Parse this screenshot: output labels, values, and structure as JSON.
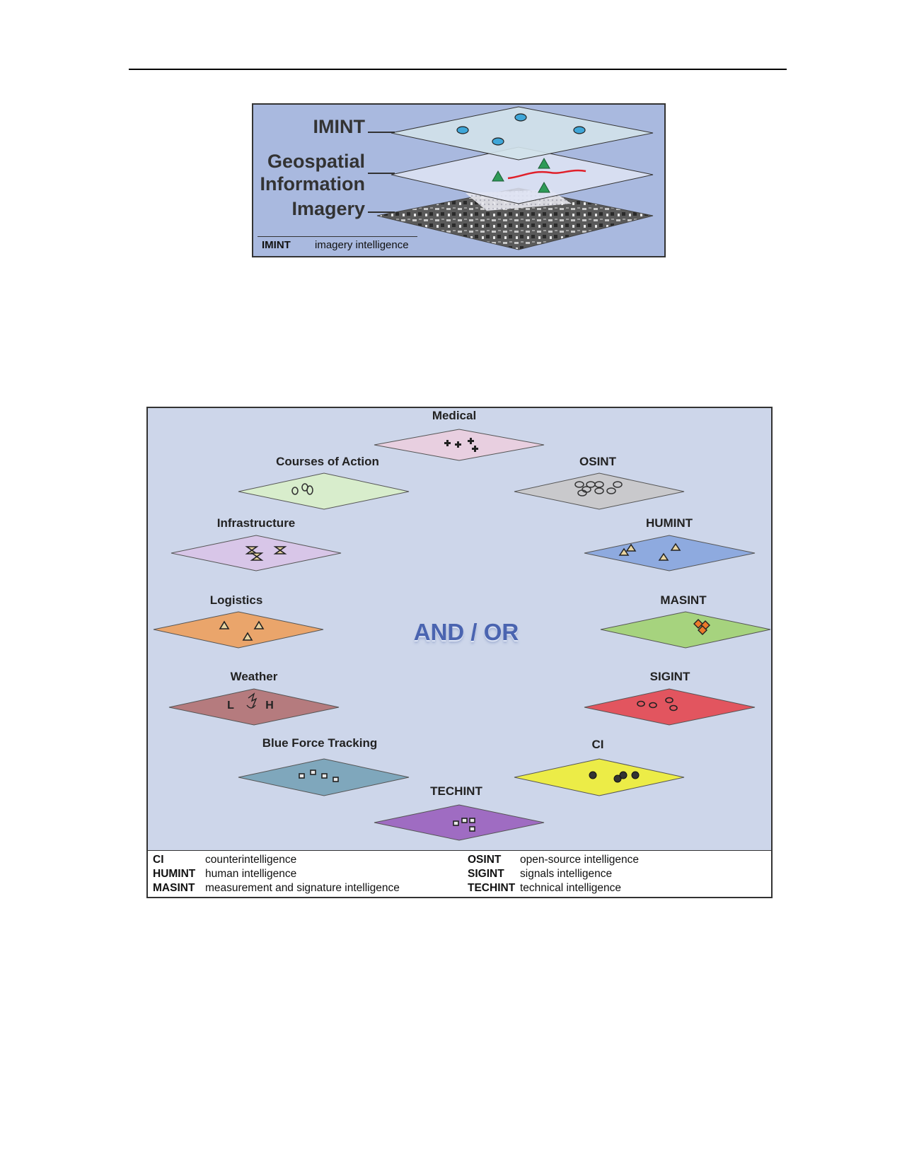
{
  "figure1": {
    "labels": {
      "imint": "IMINT",
      "geospatial_line1": "Geospatial",
      "geospatial_line2": "Information",
      "imagery": "Imagery"
    },
    "legend": {
      "abbr": "IMINT",
      "text": "imagery intelligence"
    },
    "colors": {
      "background": "#a9b9df",
      "imint_plane": "#cfe0ea",
      "geo_plane": "#dde3f3",
      "marker_circle": "#3fa6d8",
      "marker_triangle": "#2e9a57",
      "route": "#e0202a"
    }
  },
  "figure2": {
    "center_text": "AND / OR",
    "layers": [
      {
        "label": "Medical",
        "color": "#e8cfe0",
        "icon": "cross-icon"
      },
      {
        "label": "Courses of Action",
        "color": "#d8edcc",
        "icon": "ring-icon"
      },
      {
        "label": "OSINT",
        "color": "#c9c9cc",
        "icon": "ring-icon"
      },
      {
        "label": "Infrastructure",
        "color": "#d8c6e8",
        "icon": "hourglass-icon"
      },
      {
        "label": "HUMINT",
        "color": "#8eaadf",
        "icon": "triangle-icon"
      },
      {
        "label": "Logistics",
        "color": "#eaa56b",
        "icon": "triangle-icon"
      },
      {
        "label": "MASINT",
        "color": "#a6d37e",
        "icon": "diamond-icon"
      },
      {
        "label": "Weather",
        "color": "#b57b7e",
        "icon": "weather-front-icon"
      },
      {
        "label": "SIGINT",
        "color": "#e2555f",
        "icon": "ellipse-icon"
      },
      {
        "label": "Blue Force Tracking",
        "color": "#7fa7bc",
        "icon": "square-icon"
      },
      {
        "label": "CI",
        "color": "#ecec47",
        "icon": "dot-icon"
      },
      {
        "label": "TECHINT",
        "color": "#9f6cc2",
        "icon": "square-icon"
      }
    ],
    "weather_letters": {
      "low": "L",
      "high": "H"
    },
    "legend": {
      "left": [
        {
          "abbr": "CI",
          "text": "counterintelligence"
        },
        {
          "abbr": "HUMINT",
          "text": "human intelligence"
        },
        {
          "abbr": "MASINT",
          "text": "measurement and signature intelligence"
        }
      ],
      "right": [
        {
          "abbr": "OSINT",
          "text": "open-source intelligence"
        },
        {
          "abbr": "SIGINT",
          "text": "signals intelligence"
        },
        {
          "abbr": "TECHINT",
          "text": "technical intelligence"
        }
      ]
    }
  }
}
